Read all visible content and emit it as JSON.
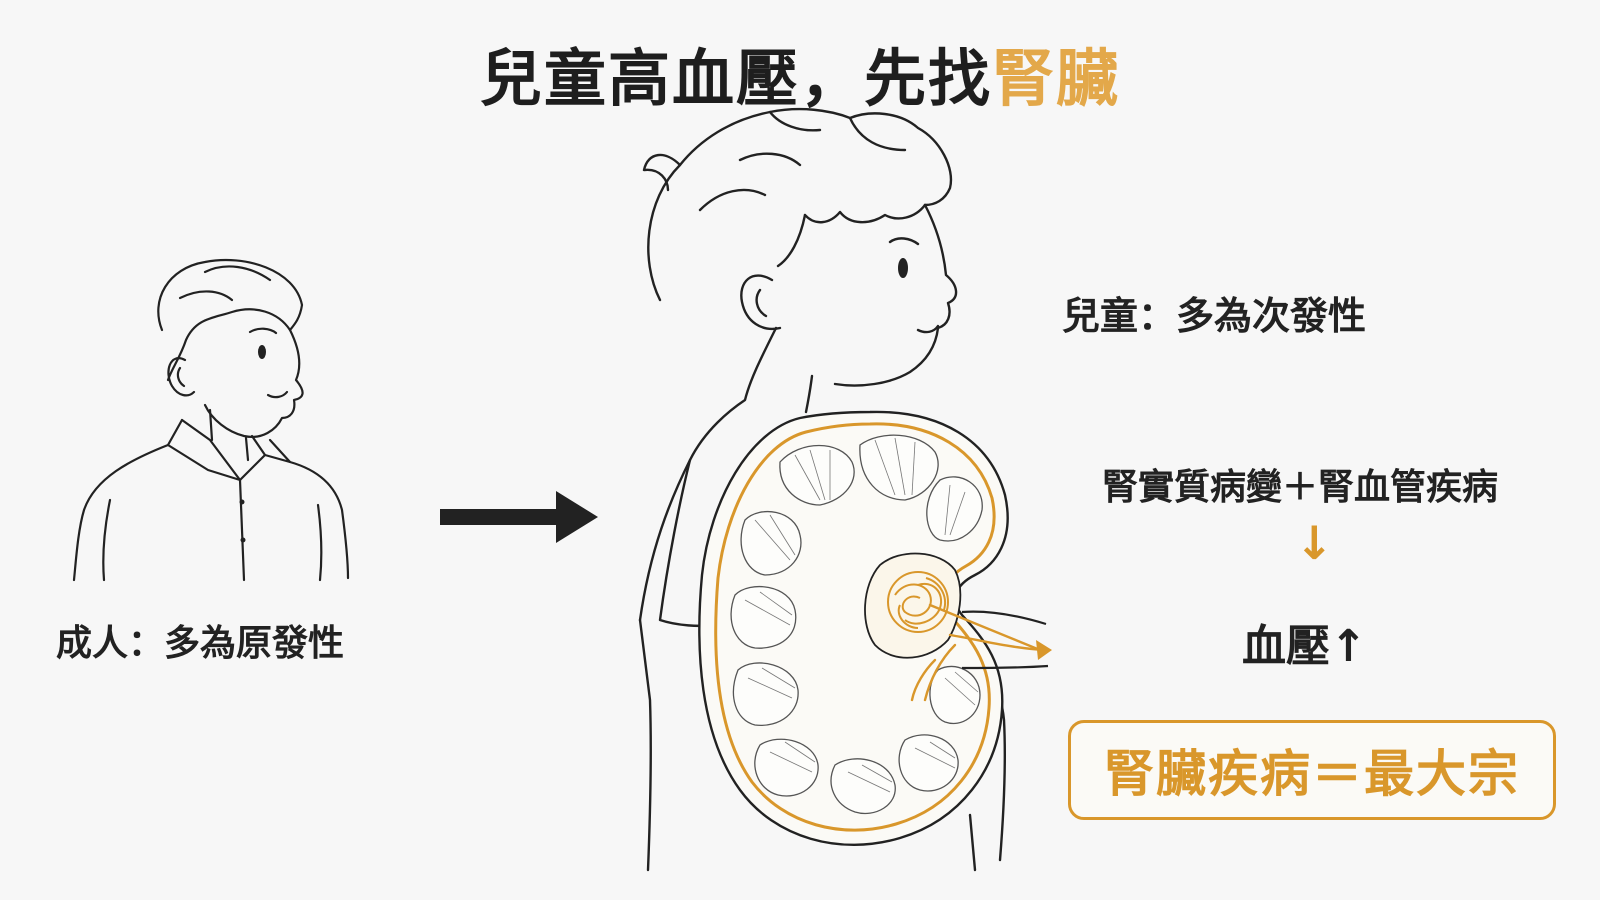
{
  "title": {
    "main": "兒童高血壓，先找",
    "accent": "腎臟"
  },
  "adult": {
    "label": "成人：多為原發性"
  },
  "child": {
    "label": "兒童：多為次發性"
  },
  "causes": {
    "text": "腎實質病變＋腎血管疾病",
    "arrow": "↓"
  },
  "outcome": {
    "text": "血壓↑"
  },
  "conclusion": {
    "text": "腎臟疾病＝最大宗"
  },
  "colors": {
    "accent": "#d9972b",
    "ink": "#222222"
  }
}
